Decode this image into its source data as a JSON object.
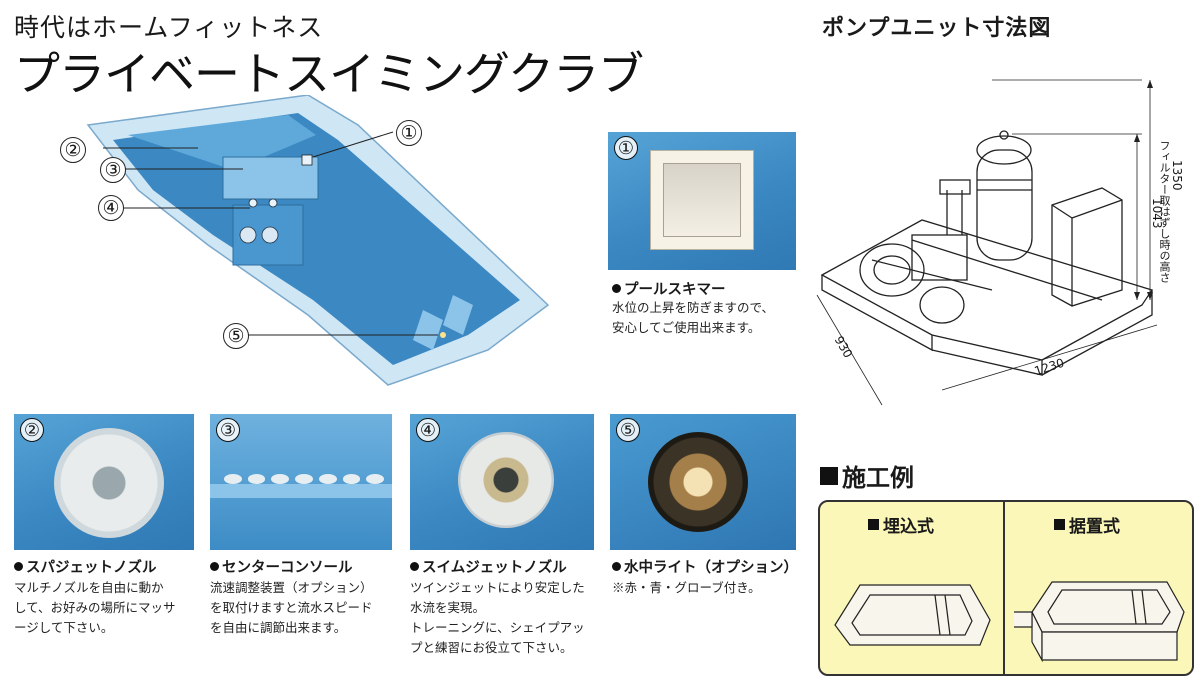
{
  "header": {
    "subtitle": "時代はホームフィットネス",
    "title": "プライベートスイミングクラブ"
  },
  "pump": {
    "title": "ポンプユニット寸法図",
    "dim_height_total": "1350",
    "dim_height_body": "1043",
    "dim_depth": "930",
    "dim_width": "1230",
    "dim_note": "フィルター取はずし時の高さ"
  },
  "pool": {
    "callouts": [
      "①",
      "②",
      "③",
      "④",
      "⑤"
    ]
  },
  "features": [
    {
      "num": "①",
      "name": "プールスキマー",
      "lines": [
        "水位の上昇を防ぎますので、",
        "安心してご使用出来ます。"
      ]
    },
    {
      "num": "②",
      "name": "スパジェットノズル",
      "lines": [
        "マルチノズルを自由に動か",
        "して、お好みの場所にマッサ",
        "ージして下さい。"
      ]
    },
    {
      "num": "③",
      "name": "センターコンソール",
      "lines": [
        "流速調整装置（オプション）",
        "を取付けますと流水スピード",
        "を自由に調節出来ます。"
      ]
    },
    {
      "num": "④",
      "name": "スイムジェットノズル",
      "lines": [
        "ツインジェットにより安定した",
        "水流を実現。",
        "トレーニングに、シェイプアッ",
        "プと練習にお役立て下さい。"
      ]
    },
    {
      "num": "⑤",
      "name": "水中ライト（オプション）",
      "lines": [
        "※赤・青・グローブ付き。"
      ]
    }
  ],
  "construction": {
    "title": "施工例",
    "embedded": "埋込式",
    "installed": "据置式"
  },
  "colors": {
    "pool_blue": "#3b88c3",
    "pool_rim": "#cfe6f5",
    "construction_bg": "#fbf7b8"
  }
}
